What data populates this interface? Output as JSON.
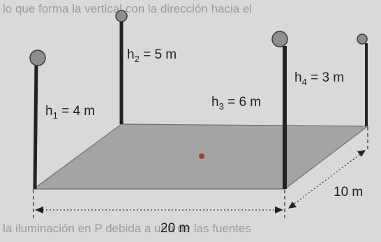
{
  "background_text": {
    "top": "lo que forma la vertical con la dirección hacia el",
    "bottom": "la iluminación en P debida a una de las fuentes"
  },
  "labels": {
    "h1": [
      "h",
      "1",
      " = 4 m"
    ],
    "h2": [
      "h",
      "2",
      " = 5 m"
    ],
    "h3": [
      "h",
      "3",
      " = 6 m"
    ],
    "h4": [
      "h",
      "4",
      " = 3 m"
    ],
    "width": "20 m",
    "depth": "10 m"
  },
  "colors": {
    "background": "#d9d9d7",
    "plane_fill": "#a4a4a2",
    "pole": "#222222",
    "lamp_fill": "#8e8e8c",
    "point": "#8a4a3c"
  }
}
